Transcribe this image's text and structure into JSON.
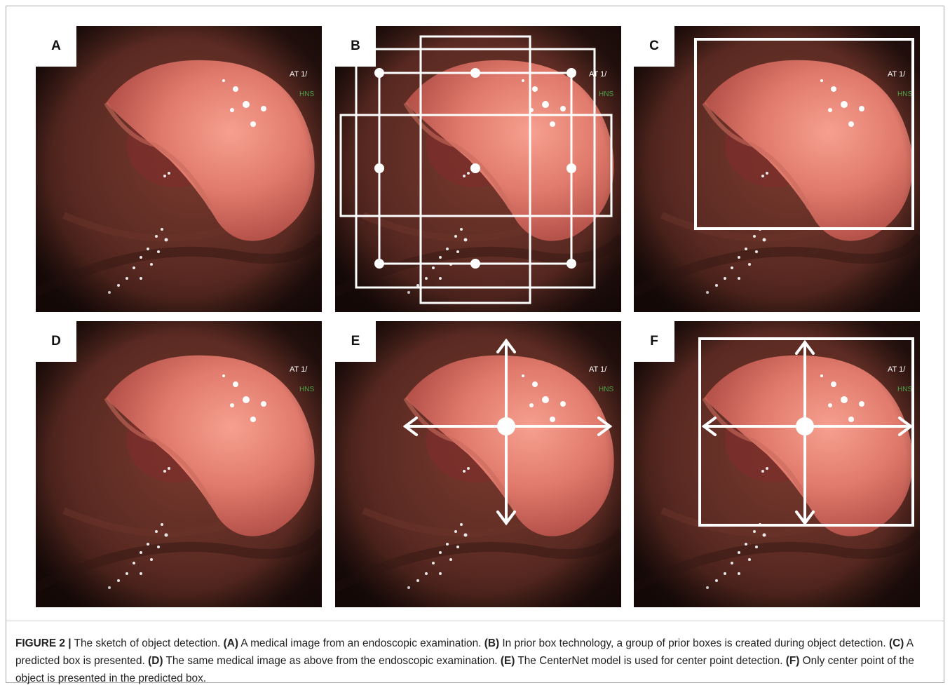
{
  "panels": [
    {
      "label": "A",
      "overlay": "none"
    },
    {
      "label": "B",
      "overlay": "prior-boxes"
    },
    {
      "label": "C",
      "overlay": "predicted-box"
    },
    {
      "label": "D",
      "overlay": "none"
    },
    {
      "label": "E",
      "overlay": "center-arrows"
    },
    {
      "label": "F",
      "overlay": "box-and-arrows"
    }
  ],
  "endoscope_overlay_text": {
    "line1": "AT  1/",
    "line2": "HNS"
  },
  "caption": {
    "figure_label": "FIGURE 2 |",
    "title": " The sketch of object detection. ",
    "parts": [
      {
        "tag": "(A)",
        "text": " A medical image from an endoscopic examination. "
      },
      {
        "tag": "(B)",
        "text": " In prior box technology, a group of prior boxes is created during object detection. "
      },
      {
        "tag": "(C)",
        "text": " A predicted box is presented. "
      },
      {
        "tag": "(D)",
        "text": " The same medical image as above from the endoscopic examination. "
      },
      {
        "tag": "(E)",
        "text": " The CenterNet model is used for center point detection. "
      },
      {
        "tag": "(F)",
        "text": " Only center point of the object is presented in the predicted box."
      }
    ]
  },
  "colors": {
    "tissue_dark": "#5a2a22",
    "polyp": "#e8857a",
    "overlay": "#ffffff"
  }
}
